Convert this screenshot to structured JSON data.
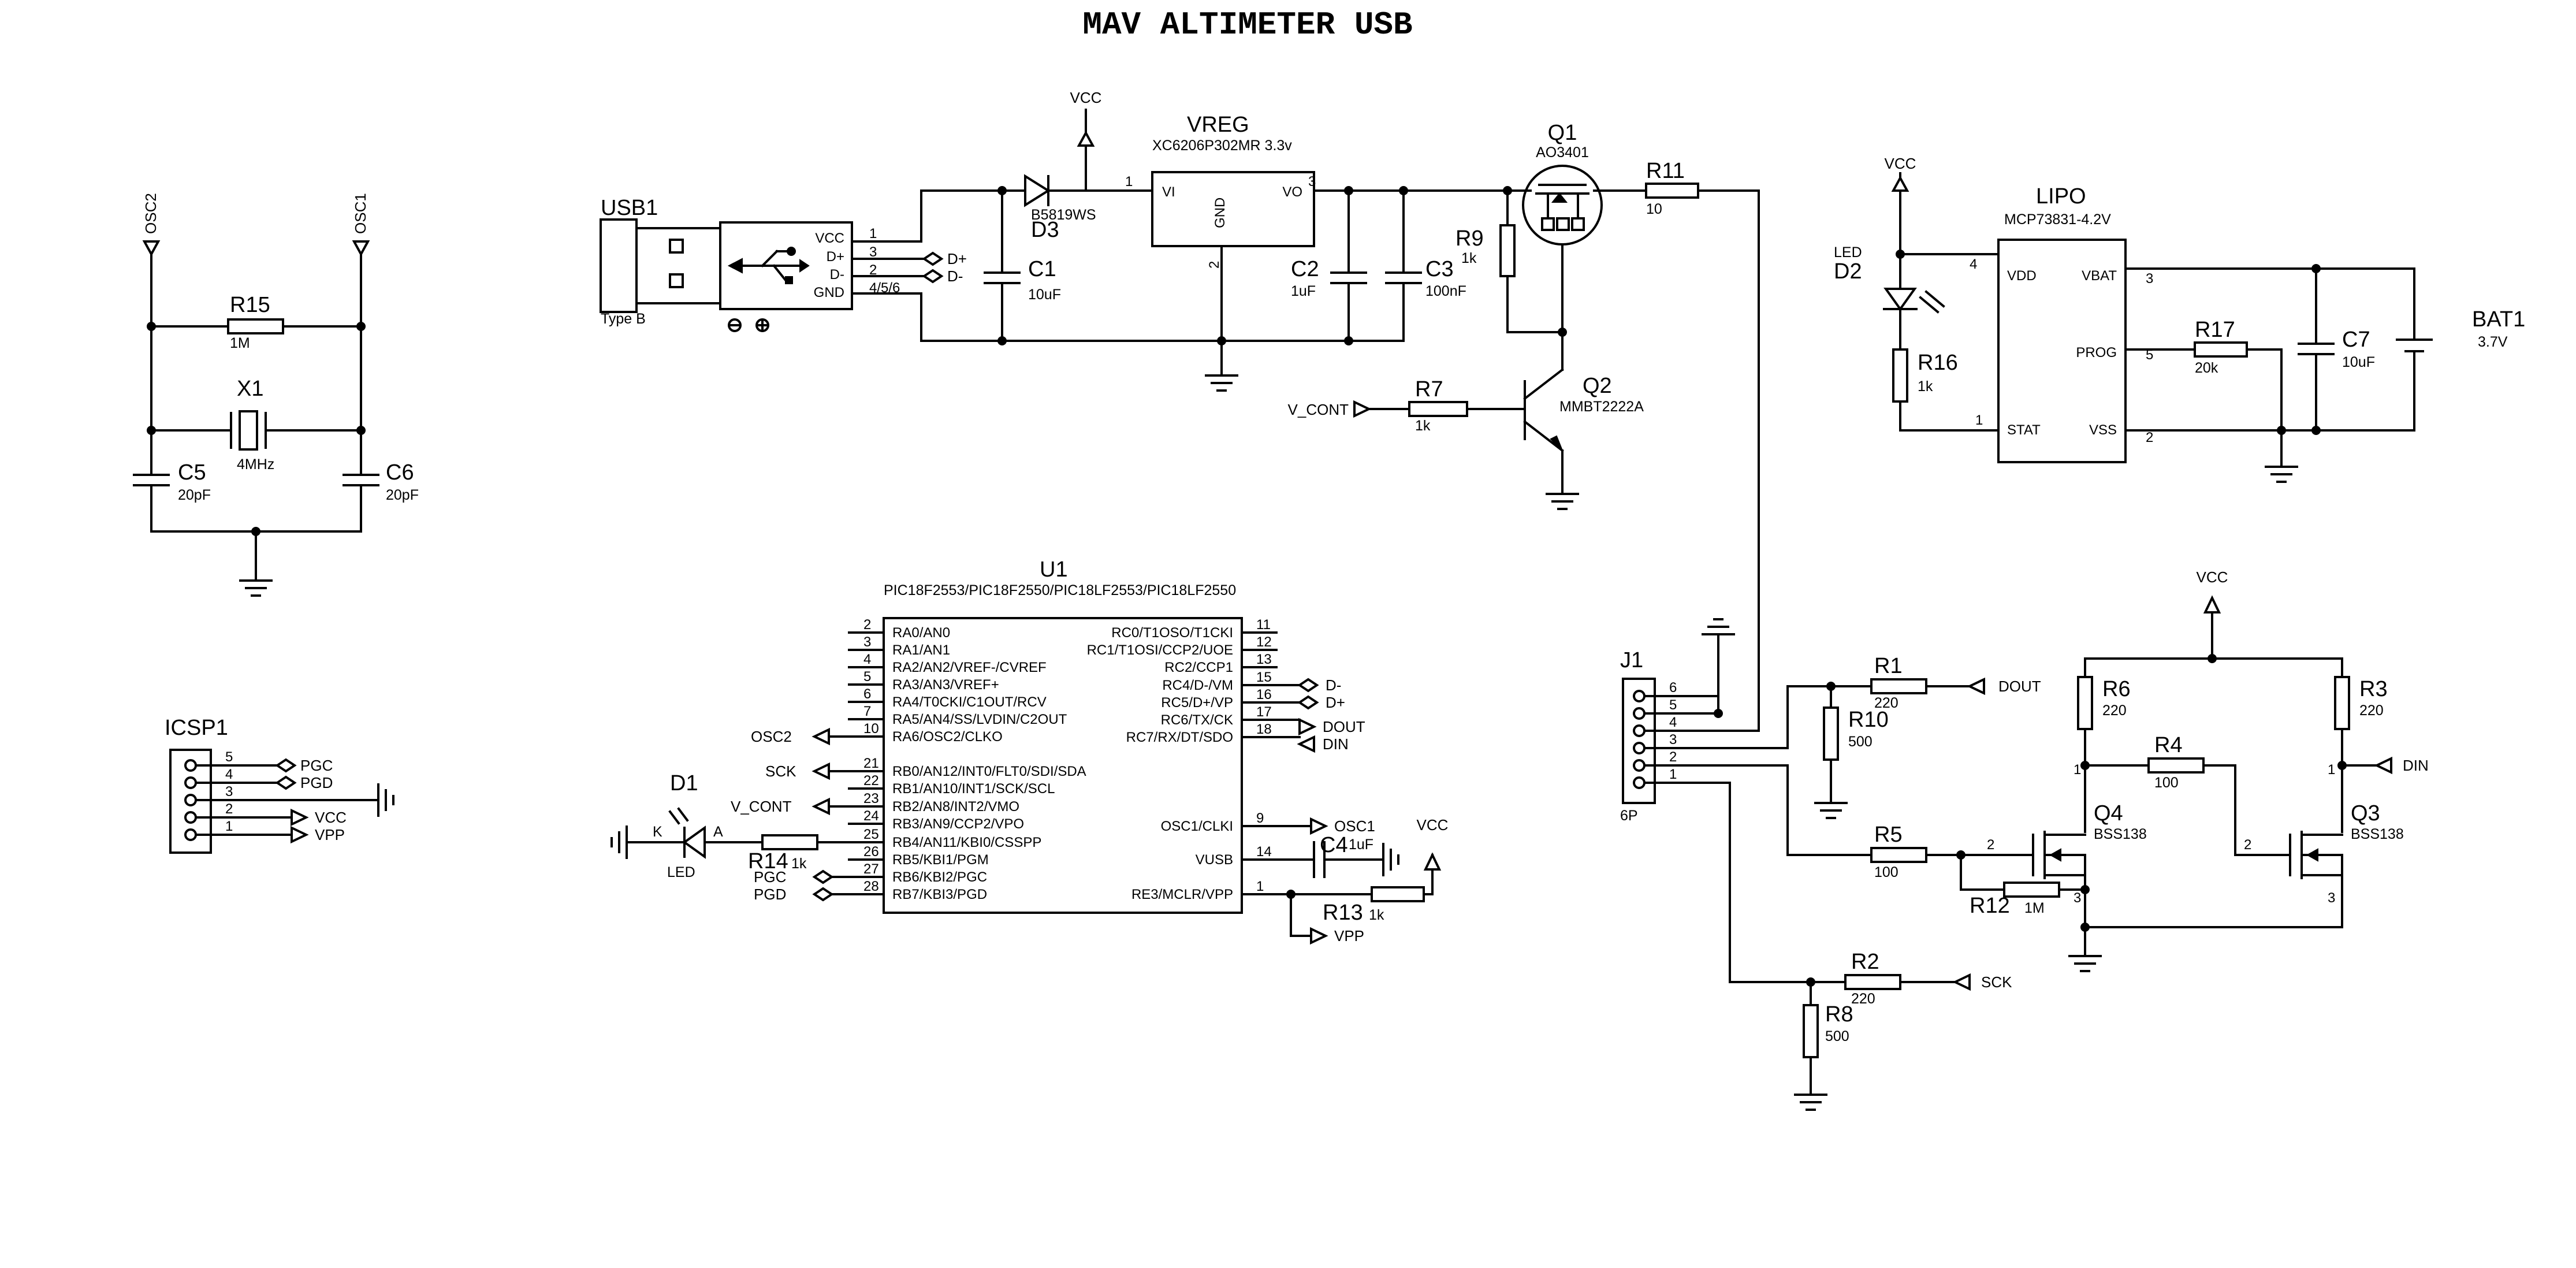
{
  "title": "MAV ALTIMETER USB",
  "components": {
    "usb1": {
      "ref": "USB1",
      "value": "Type B",
      "pins": [
        "VCC",
        "D+",
        "D-",
        "GND"
      ],
      "pin_numbers": [
        "1",
        "3",
        "2",
        "4/5/6"
      ]
    },
    "d3": {
      "ref": "D3",
      "value": "B5819WS"
    },
    "vreg": {
      "ref": "VREG",
      "value": "XC6206P302MR 3.3v",
      "pins": [
        "VI",
        "VO",
        "GND"
      ],
      "pin_numbers": [
        "1",
        "3",
        "2"
      ]
    },
    "c1": {
      "ref": "C1",
      "value": "10uF"
    },
    "c2": {
      "ref": "C2",
      "value": "1uF"
    },
    "c3": {
      "ref": "C3",
      "value": "100nF"
    },
    "q1": {
      "ref": "Q1",
      "value": "AO3401"
    },
    "r9": {
      "ref": "R9",
      "value": "1k"
    },
    "r11": {
      "ref": "R11",
      "value": "10"
    },
    "q2": {
      "ref": "Q2",
      "value": "MMBT2222A"
    },
    "r7": {
      "ref": "R7",
      "value": "1k"
    },
    "led_d2": {
      "ref": "D2",
      "type": "LED"
    },
    "r16": {
      "ref": "R16",
      "value": "1k"
    },
    "lipo": {
      "ref": "LIPO",
      "value": "MCP73831-4.2V",
      "pins": [
        "VDD",
        "VBAT",
        "PROG",
        "STAT",
        "VSS"
      ],
      "pin_numbers": [
        "4",
        "3",
        "5",
        "1",
        "2"
      ]
    },
    "r17": {
      "ref": "R17",
      "value": "20k"
    },
    "c7": {
      "ref": "C7",
      "value": "10uF"
    },
    "bat1": {
      "ref": "BAT1",
      "value": "3.7V"
    },
    "r15": {
      "ref": "R15",
      "value": "1M"
    },
    "x1": {
      "ref": "X1",
      "value": "4MHz"
    },
    "c5": {
      "ref": "C5",
      "value": "20pF"
    },
    "c6": {
      "ref": "C6",
      "value": "20pF"
    },
    "icsp1": {
      "ref": "ICSP1",
      "pin_numbers": [
        "5",
        "4",
        "3",
        "2",
        "1"
      ],
      "nets": [
        "PGC",
        "PGD",
        "VCC",
        "VPP"
      ]
    },
    "u1": {
      "ref": "U1",
      "value": "PIC18F2553/PIC18F2550/PIC18LF2553/PIC18LF2550",
      "left_pins": [
        {
          "num": "2",
          "name": "RA0/AN0"
        },
        {
          "num": "3",
          "name": "RA1/AN1"
        },
        {
          "num": "4",
          "name": "RA2/AN2/VREF-/CVREF"
        },
        {
          "num": "5",
          "name": "RA3/AN3/VREF+"
        },
        {
          "num": "6",
          "name": "RA4/T0CKI/C1OUT/RCV"
        },
        {
          "num": "7",
          "name": "RA5/AN4/SS/LVDIN/C2OUT"
        },
        {
          "num": "10",
          "name": "RA6/OSC2/CLKO"
        },
        {
          "num": "21",
          "name": "RB0/AN12/INT0/FLT0/SDI/SDA"
        },
        {
          "num": "22",
          "name": "RB1/AN10/INT1/SCK/SCL"
        },
        {
          "num": "23",
          "name": "RB2/AN8/INT2/VMO"
        },
        {
          "num": "24",
          "name": "RB3/AN9/CCP2/VPO"
        },
        {
          "num": "25",
          "name": "RB4/AN11/KBI0/CSSPP"
        },
        {
          "num": "26",
          "name": "RB5/KBI1/PGM"
        },
        {
          "num": "27",
          "name": "RB6/KBI2/PGC"
        },
        {
          "num": "28",
          "name": "RB7/KBI3/PGD"
        }
      ],
      "right_pins": [
        {
          "num": "11",
          "name": "RC0/T1OSO/T1CKI"
        },
        {
          "num": "12",
          "name": "RC1/T1OSI/CCP2/UOE"
        },
        {
          "num": "13",
          "name": "RC2/CCP1"
        },
        {
          "num": "15",
          "name": "RC4/D-/VM"
        },
        {
          "num": "16",
          "name": "RC5/D+/VP"
        },
        {
          "num": "17",
          "name": "RC6/TX/CK"
        },
        {
          "num": "18",
          "name": "RC7/RX/DT/SDO"
        },
        {
          "num": "9",
          "name": "OSC1/CLKI"
        },
        {
          "num": "14",
          "name": "VUSB"
        },
        {
          "num": "1",
          "name": "RE3/MCLR/VPP"
        }
      ]
    },
    "d1": {
      "ref": "D1",
      "type": "LED",
      "pin_a": "A",
      "pin_k": "K"
    },
    "r14": {
      "ref": "R14",
      "value": "1k"
    },
    "c4": {
      "ref": "C4",
      "value": "1uF"
    },
    "r13": {
      "ref": "R13",
      "value": "1k"
    },
    "j1": {
      "ref": "J1",
      "value": "6P",
      "pin_numbers": [
        "6",
        "5",
        "4",
        "3",
        "2",
        "1"
      ]
    },
    "r1": {
      "ref": "R1",
      "value": "220"
    },
    "r10": {
      "ref": "R10",
      "value": "500"
    },
    "r5": {
      "ref": "R5",
      "value": "100"
    },
    "r12": {
      "ref": "R12",
      "value": "1M"
    },
    "r2": {
      "ref": "R2",
      "value": "220"
    },
    "r8": {
      "ref": "R8",
      "value": "500"
    },
    "r6": {
      "ref": "R6",
      "value": "220"
    },
    "r4": {
      "ref": "R4",
      "value": "100"
    },
    "r3": {
      "ref": "R3",
      "value": "220"
    },
    "q4": {
      "ref": "Q4",
      "value": "BSS138"
    },
    "q3": {
      "ref": "Q3",
      "value": "BSS138"
    }
  },
  "nets": {
    "vcc": "VCC",
    "dplus": "D+",
    "dminus": "D-",
    "osc1": "OSC1",
    "osc2": "OSC2",
    "sck": "SCK",
    "v_cont": "V_CONT",
    "pgc": "PGC",
    "pgd": "PGD",
    "vpp": "VPP",
    "dout": "DOUT",
    "din": "DIN"
  }
}
